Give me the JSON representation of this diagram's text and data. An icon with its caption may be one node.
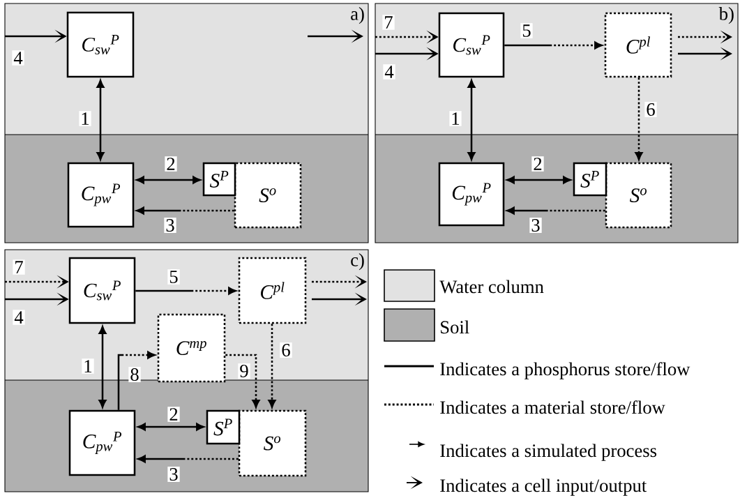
{
  "diagram": {
    "nodes": [
      {
        "text": [
          "a)"
        ]
      },
      {
        "text": [
          "C$_{sw}$$^{P}$"
        ],
        "in": 0
      },
      {
        "text": [
          "C$_{pw}$$^{P}$"
        ],
        "in": 0
      },
      {
        "text": [
          "S$^{P}$"
        ],
        "in": 0
      },
      {
        "text": [
          "S$^{o}$"
        ],
        "in": 0
      },
      {
        "text": [
          "b)"
        ]
      },
      {
        "text": [
          "C$_{sw}$$^{P}$"
        ],
        "in": 5
      },
      {
        "text": [
          "C$^{pl}$"
        ],
        "in": 5
      },
      {
        "text": [
          "C$_{pw}$$^{P}$"
        ],
        "in": 5
      },
      {
        "text": [
          "S$^{P}$"
        ],
        "in": 5
      },
      {
        "text": [
          "S$^{o}$"
        ],
        "in": 5
      },
      {
        "text": [
          "c)"
        ]
      },
      {
        "text": [
          "C$_{sw}$$^{P}$"
        ],
        "in": 11
      },
      {
        "text": [
          "C$^{pl}$"
        ],
        "in": 11
      },
      {
        "text": [
          "C$^{mp}$"
        ],
        "in": 11
      },
      {
        "text": [
          "C$_{pw}$$^{P}$"
        ],
        "in": 11
      },
      {
        "text": [
          "S$^{P}$"
        ],
        "in": 11
      },
      {
        "text": [
          "S$^{o}$"
        ],
        "in": 11
      }
    ],
    "edges": [
      {
        "from": null,
        "to": 1,
        "arrow": "to",
        "label": "4"
      },
      {
        "from": 1,
        "to": 2,
        "arrow": "both",
        "label": "1"
      },
      {
        "from": 2,
        "to": 3,
        "arrow": "both",
        "label": "2"
      },
      {
        "from": 4,
        "to": 2,
        "arrow": "to",
        "label": "3",
        "style": "dashed"
      },
      {
        "from": null,
        "to": 6,
        "arrow": "to",
        "label": "7",
        "style": "dashed"
      },
      {
        "from": null,
        "to": 6,
        "arrow": "to",
        "label": "4"
      },
      {
        "from": 6,
        "to": 7,
        "arrow": "to",
        "label": "5",
        "style": "dashed"
      },
      {
        "from": 6,
        "to": 8,
        "arrow": "both",
        "label": "1"
      },
      {
        "from": 7,
        "to": 10,
        "arrow": "to",
        "label": "6",
        "style": "dashed"
      },
      {
        "from": 8,
        "to": 9,
        "arrow": "both",
        "label": "2"
      },
      {
        "from": 10,
        "to": 8,
        "arrow": "to",
        "label": "3",
        "style": "dashed"
      },
      {
        "from": null,
        "to": 12,
        "arrow": "to",
        "label": "7",
        "style": "dashed"
      },
      {
        "from": null,
        "to": 12,
        "arrow": "to",
        "label": "4"
      },
      {
        "from": 12,
        "to": 13,
        "arrow": "to",
        "label": "5",
        "style": "dashed"
      },
      {
        "from": 12,
        "to": 15,
        "arrow": "both",
        "label": "1"
      },
      {
        "from": 13,
        "to": 17,
        "arrow": "to",
        "label": "6",
        "style": "dashed"
      },
      {
        "from": 15,
        "to": 14,
        "arrow": "to",
        "label": "8",
        "style": "dashed"
      },
      {
        "from": 14,
        "to": 17,
        "arrow": "to",
        "label": "9",
        "style": "dashed"
      },
      {
        "from": 15,
        "to": 16,
        "arrow": "both",
        "label": "2"
      },
      {
        "from": 17,
        "to": 15,
        "arrow": "to",
        "label": "3",
        "style": "dashed"
      }
    ],
    "legend": [
      {
        "text": "Water column",
        "color": "#e2e2e2"
      },
      {
        "text": "Soil",
        "color": "#b0b0b0"
      },
      {
        "text": "Indicates a phosphorus store/flow"
      },
      {
        "text": "Indicates a material store/flow"
      },
      {
        "text": "Indicates a simulated process"
      },
      {
        "text": "Indicates a cell input/output"
      }
    ]
  }
}
